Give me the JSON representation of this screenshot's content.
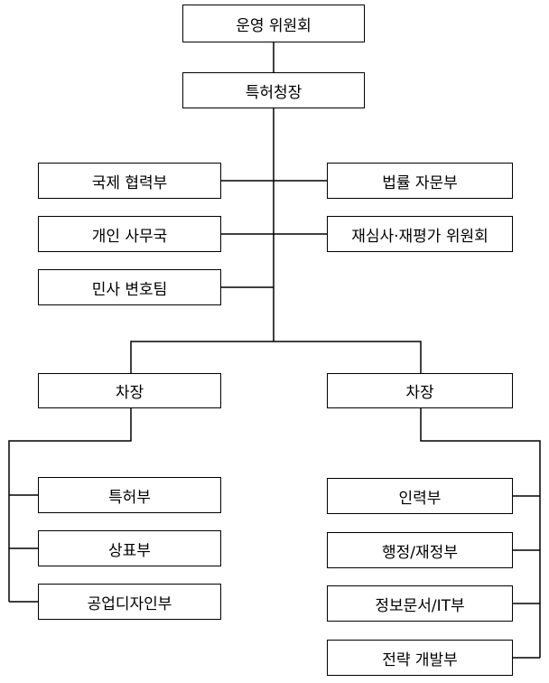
{
  "org_chart": {
    "steering_committee": "운영 위원회",
    "commissioner": "특허청장",
    "left_units": {
      "international": "국제 협력부",
      "personal_office": "개인 사무국",
      "civil_lawyer": "민사 변호팀"
    },
    "right_units": {
      "legal_advice": "법률 자문부",
      "review_committee": "재심사·재평가 위원회"
    },
    "deputy_left": {
      "title": "차장",
      "departments": [
        "특허부",
        "상표부",
        "공업디자인부"
      ]
    },
    "deputy_right": {
      "title": "차장",
      "departments": [
        "인력부",
        "행정/재정부",
        "정보문서/IT부",
        "전략 개발부"
      ]
    }
  },
  "colors": {
    "line": "#000000",
    "box_border": "#000000",
    "box_fill": "#ffffff"
  }
}
